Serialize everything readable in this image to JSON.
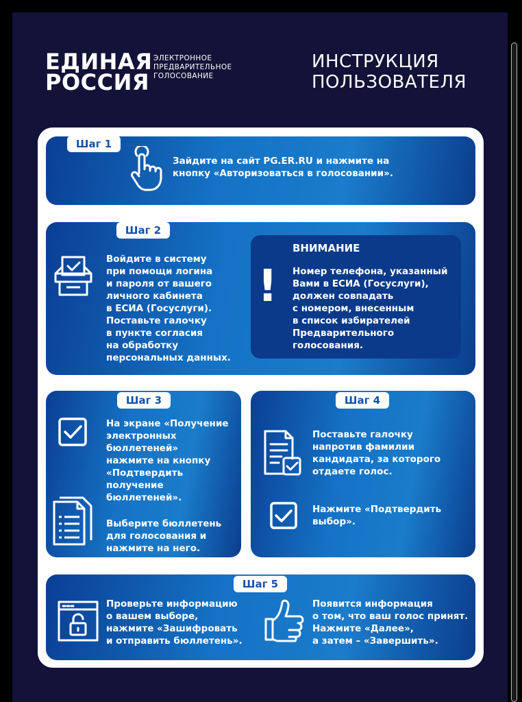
{
  "header": {
    "logo_line1": "ЕДИНАЯ",
    "logo_line2": "РОССИЯ",
    "logo_sub1": "ЭЛЕКТРОННОЕ",
    "logo_sub2": "ПРЕДВАРИТЕЛЬНОЕ",
    "logo_sub3": "ГОЛОСОВАНИЕ",
    "title_line1": "ИНСТРУКЦИЯ",
    "title_line2": "ПОЛЬЗОВАТЕЛЯ"
  },
  "steps": {
    "s1": {
      "tab": "Шаг 1",
      "text1": "Зайдите на сайт PG.ER.RU и нажмите на",
      "text2": "кнопку «Авторизоваться в голосовании»."
    },
    "s2": {
      "tab": "Шаг 2",
      "lines": [
        "Войдите в систему",
        "при помощи логина",
        "и пароля от вашего",
        "личного кабинета",
        "в ЕСИА (Госуслуги).",
        "Поставьте галочку",
        "в пункте согласия",
        "на обработку",
        "персональных данных."
      ],
      "warn_title": "ВНИМАНИЕ",
      "warn_mark": "!",
      "warn_lines": [
        "Номер телефона, указанный",
        "Вами в ЕСИА (Госуслуги),",
        "должен совпадать",
        "с номером, внесенным",
        "в список избирателей",
        "Предварительного",
        "голосования."
      ]
    },
    "s3": {
      "tab": "Шаг 3",
      "lines_a": [
        "На экране «Получение",
        "электронных",
        "бюллетеней»",
        "нажмите на кнопку",
        "«Подтвердить",
        "получение",
        "бюллетеней»."
      ],
      "lines_b": [
        "Выберите бюллетень",
        "для голосования и",
        "нажмите на него."
      ]
    },
    "s4": {
      "tab": "Шаг 4",
      "lines_a": [
        "Поставьте галочку",
        "напротив фамилии",
        "кандидата, за которого",
        "отдаете голос."
      ],
      "lines_b": [
        "Нажмите «Подтвердить",
        "выбор»."
      ]
    },
    "s5": {
      "tab": "Шаг 5",
      "lines_a": [
        "Проверьте информацию",
        "о вашем выборе,",
        "нажмите «Зашифровать",
        "и отправить бюллетень»."
      ],
      "lines_b": [
        "Появится информация",
        "о том, что ваш голос принят.",
        "Нажмите «Далее»,",
        "а затем – «Завершить»."
      ]
    }
  }
}
